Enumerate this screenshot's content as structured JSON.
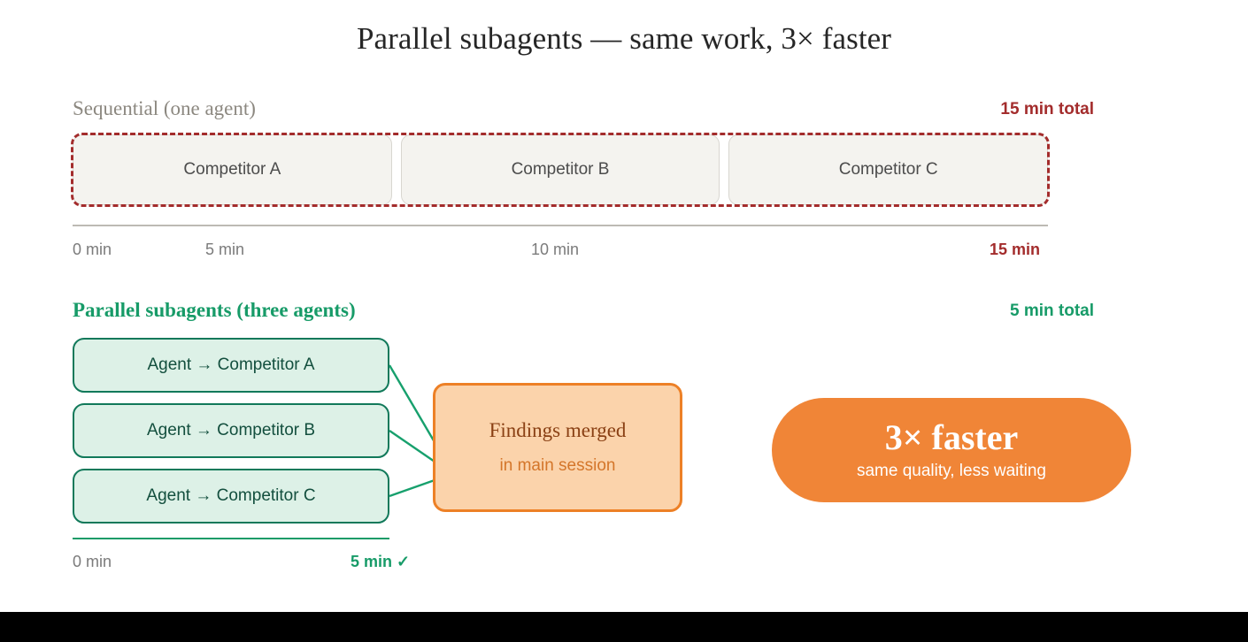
{
  "title": "Parallel subagents — same work, 3× faster",
  "sequential": {
    "label": "Sequential (one agent)",
    "total": "15 min total",
    "blocks": [
      {
        "label": "Competitor A"
      },
      {
        "label": "Competitor B"
      },
      {
        "label": "Competitor C"
      }
    ],
    "ticks": [
      {
        "label": "0 min",
        "accent": "none"
      },
      {
        "label": "5 min",
        "accent": "none"
      },
      {
        "label": "10 min",
        "accent": "none"
      },
      {
        "label": "15 min",
        "accent": "red"
      }
    ]
  },
  "parallel": {
    "label": "Parallel subagents (three agents)",
    "total": "5 min total",
    "agents": [
      {
        "label": "Agent → Competitor A"
      },
      {
        "label": "Agent → Competitor B"
      },
      {
        "label": "Agent → Competitor C"
      }
    ],
    "ticks": [
      {
        "label": "0 min",
        "accent": "none"
      },
      {
        "label": "5 min ✓",
        "accent": "green"
      }
    ]
  },
  "merge": {
    "title": "Findings merged",
    "subtitle": "in main session"
  },
  "badge": {
    "headline": "3× faster",
    "subtitle": "same quality, less waiting"
  },
  "colors": {
    "sequential_accent": "#a32c2c",
    "parallel_accent": "#179b68",
    "merge_accent": "#ed8026",
    "badge_fill": "#f08537",
    "block_fill": "#f4f3ef",
    "agent_fill": "#ddf1e7"
  },
  "chart_data": {
    "type": "bar",
    "title": "Parallel subagents — same work, 3× faster",
    "xlabel": "minutes",
    "ylabel": "",
    "xlim": [
      0,
      15
    ],
    "grid": false,
    "legend": "none",
    "series": [
      {
        "name": "Sequential (one agent)",
        "total_minutes": 15,
        "segments": [
          {
            "label": "Competitor A",
            "start": 0,
            "end": 5,
            "duration": 5
          },
          {
            "label": "Competitor B",
            "start": 5,
            "end": 10,
            "duration": 5
          },
          {
            "label": "Competitor C",
            "start": 10,
            "end": 15,
            "duration": 5
          }
        ]
      },
      {
        "name": "Parallel subagents (three agents)",
        "total_minutes": 5,
        "segments": [
          {
            "label": "Agent → Competitor A",
            "start": 0,
            "end": 5,
            "duration": 5
          },
          {
            "label": "Agent → Competitor B",
            "start": 0,
            "end": 5,
            "duration": 5
          },
          {
            "label": "Agent → Competitor C",
            "start": 0,
            "end": 5,
            "duration": 5
          }
        ]
      }
    ],
    "speedup": 3,
    "annotations": [
      "15 min total",
      "5 min total",
      "Findings merged in main session",
      "3× faster — same quality, less waiting"
    ]
  }
}
